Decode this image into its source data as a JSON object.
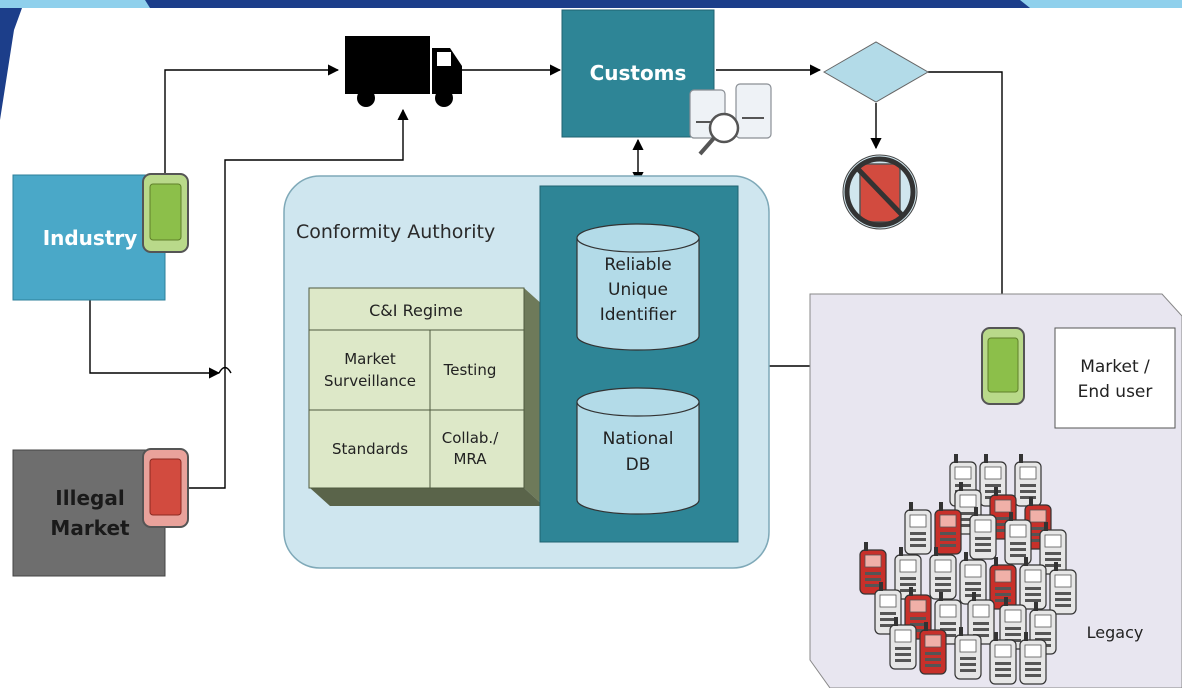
{
  "labels": {
    "industry": "Industry",
    "illegal_line1": "Illegal",
    "illegal_line2": "Market",
    "customs": "Customs",
    "conformity_authority": "Conformity Authority",
    "ci_regime": "C&I Regime",
    "market_surveillance_line1": "Market",
    "market_surveillance_line2": "Surveillance",
    "testing": "Testing",
    "standards": "Standards",
    "collab_line1": "Collab./",
    "collab_line2": "MRA",
    "reliable_line1": "Reliable",
    "reliable_line2": "Unique",
    "reliable_line3": "Identifier",
    "national_line1": "National",
    "national_line2": "DB",
    "market_end_user_line1": "Market /",
    "market_end_user_line2": "End user",
    "legacy": "Legacy"
  },
  "colors": {
    "industry": "#4aa8c8",
    "illegal_market": "#6e6e6e",
    "customs": "#2e8596",
    "authority_fill": "#cfe6ef",
    "db_panel": "#2e8596",
    "cylinder": "#b3dbe8",
    "grid_fill": "#dde8c8",
    "diamond": "#b3dbe8",
    "legacy_fill": "#e8e6f0",
    "phone_green": "#8cbf4a",
    "phone_red": "#d24b3f",
    "top_band": "#1c3e8a"
  }
}
